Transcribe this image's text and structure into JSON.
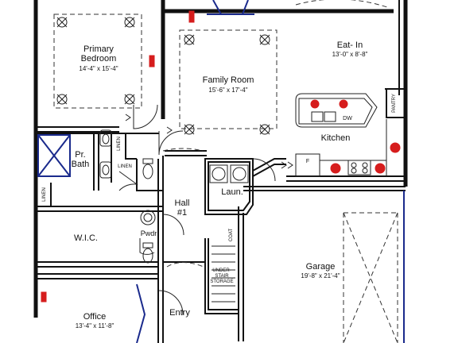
{
  "rooms": {
    "primary_bedroom": {
      "name_line1": "Primary",
      "name_line2": "Bedroom",
      "dims": "14'-4\" x 15'-4\""
    },
    "family_room": {
      "name": "Family Room",
      "dims": "15'-6\" x 17'-4\""
    },
    "eat_in": {
      "name": "Eat- In",
      "dims": "13'-0\" x 8'-8\""
    },
    "kitchen": {
      "name": "Kitchen"
    },
    "pr_bath": {
      "name_line1": "Pr.",
      "name_line2": "Bath"
    },
    "hall": {
      "name_line1": "Hall",
      "name_line2": "#1"
    },
    "laundry": {
      "name": "Laun."
    },
    "wic": {
      "name": "W.I.C."
    },
    "powder": {
      "name": "Pwdr"
    },
    "garage": {
      "name": "Garage",
      "dims": "19'-8\" x 21'-4\""
    },
    "office": {
      "name": "Office",
      "dims": "13'-4\" x 11'-8\""
    },
    "entry": {
      "name": "Entry"
    },
    "understair": {
      "line1": "UNDER-",
      "line2": "STAIR",
      "line3": "STORAGE"
    }
  },
  "fixtures": {
    "linen_1": "LINEN",
    "linen_2": "LINEN",
    "linen_3": "LINEN",
    "pantry": "PANTRY",
    "coat": "COAT",
    "dw": "DW",
    "fridge": "F"
  },
  "colors": {
    "walls": "#111111",
    "windows": "#1a2a8c",
    "electrical": "#d61d1d"
  }
}
